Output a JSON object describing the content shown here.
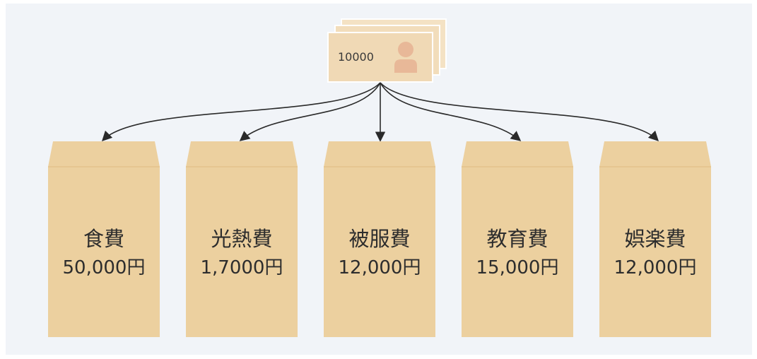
{
  "bill": {
    "value": "10000",
    "icon": "person-portrait-icon"
  },
  "envelopes": [
    {
      "label": "食費",
      "amount": "50,000円"
    },
    {
      "label": "光熱費",
      "amount": "1,7000円"
    },
    {
      "label": "被服費",
      "amount": "12,000円"
    },
    {
      "label": "教育費",
      "amount": "15,000円"
    },
    {
      "label": "娯楽費",
      "amount": "12,000円"
    }
  ],
  "colors": {
    "background": "#f1f4f8",
    "envelope": "#ecd09f",
    "bill": "#f0d9b5",
    "portrait": "#e8b898",
    "arrow": "#2a2a2a",
    "text": "#2d2d2d"
  }
}
